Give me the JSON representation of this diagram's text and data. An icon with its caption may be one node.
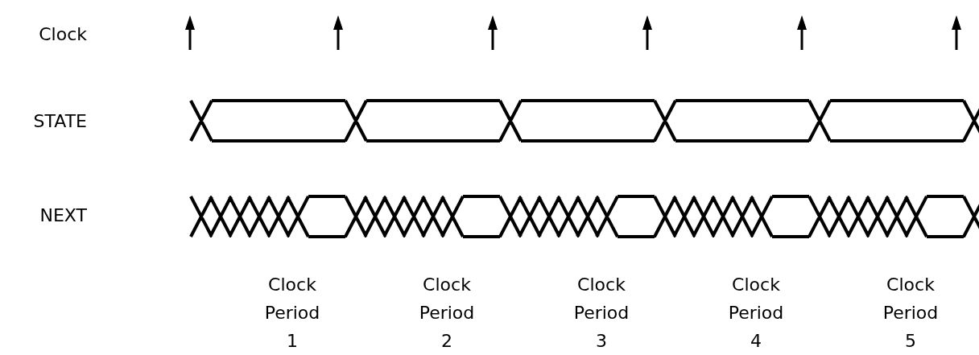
{
  "diagram": {
    "labels": [
      "Clock",
      "STATE",
      "NEXT",
      "Clock Period 1",
      "Clock Period 2",
      "Clock Period 3",
      "Clock Period 4",
      "Clock Period 5"
    ]
  }
}
